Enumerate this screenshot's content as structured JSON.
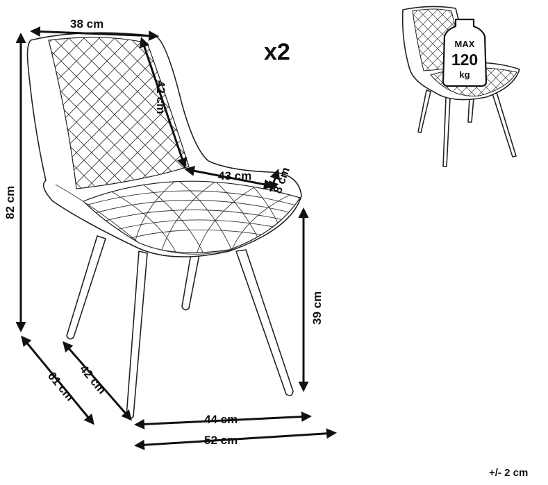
{
  "quantity_label": "x2",
  "tolerance_label": "+/- 2 cm",
  "load_badge": {
    "line1": "MAX",
    "line2": "120",
    "line3": "kg"
  },
  "dimensions": {
    "back_width": "38 cm",
    "back_height": "42 cm",
    "seat_depth": "43 cm",
    "seat_thickness": "8 cm",
    "total_height": "82 cm",
    "seat_height": "39 cm",
    "total_depth": "61 cm",
    "seat_depth_side": "42 cm",
    "inner_width": "44 cm",
    "total_width": "52 cm"
  },
  "colors": {
    "line": "#111111",
    "background": "#ffffff"
  }
}
